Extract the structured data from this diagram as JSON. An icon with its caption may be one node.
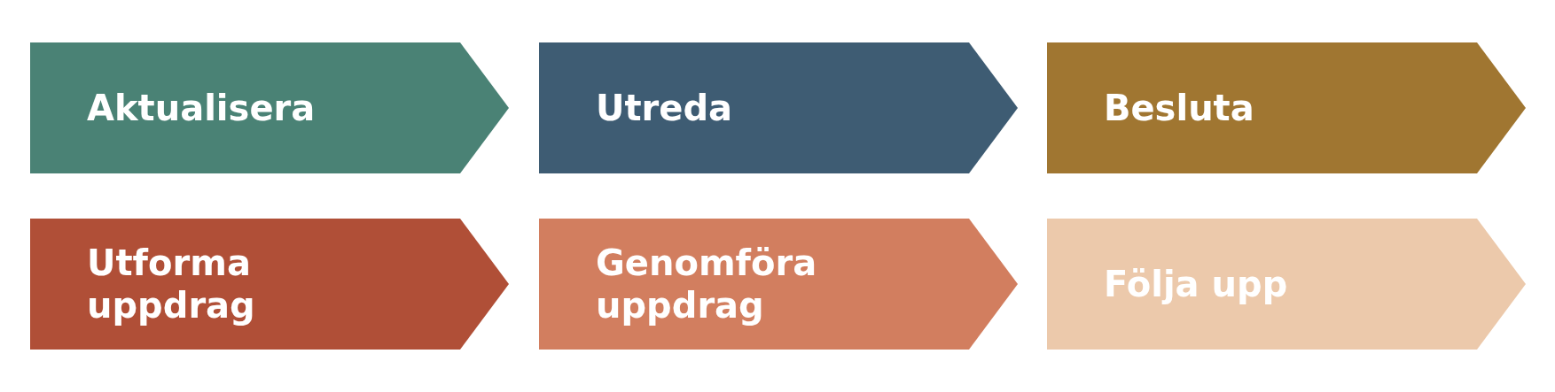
{
  "diagram": {
    "nodes": [
      {
        "text": [
          "Aktualisera"
        ]
      },
      {
        "text": [
          "Utreda"
        ]
      },
      {
        "text": [
          "Besluta"
        ]
      },
      {
        "text": [
          "Utforma uppdrag"
        ]
      },
      {
        "text": [
          "Genomföra uppdrag"
        ]
      },
      {
        "text": [
          "Följa upp"
        ]
      }
    ]
  }
}
